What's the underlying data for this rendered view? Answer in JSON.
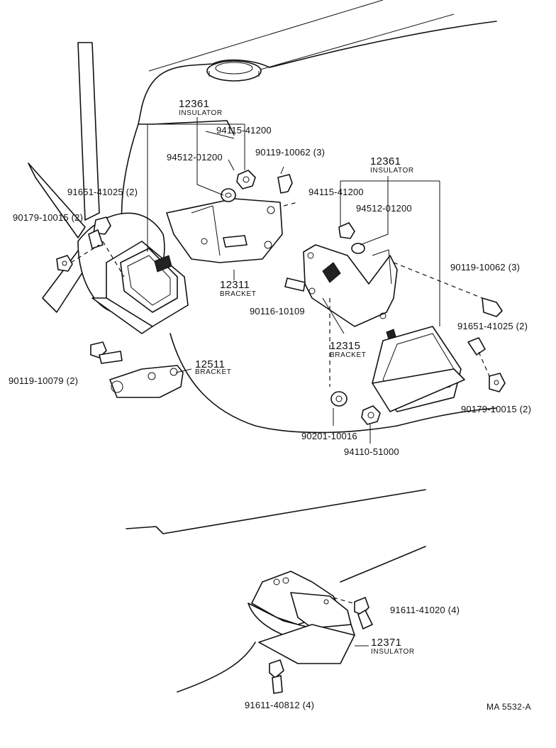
{
  "labels": {
    "p12361_top": "12361",
    "p12361_top_sub": "INSULATOR",
    "p94115_top": "94115-41200",
    "p94512_top": "94512-01200",
    "p90119_10062_top": "90119-10062 (3)",
    "p91651_left": "91651-41025 (2)",
    "p90179_left": "90179-10015 (2)",
    "p12311": "12311",
    "p12311_sub": "BRACKET",
    "p90116": "90116-10109",
    "p12361_right": "12361",
    "p12361_right_sub": "INSULATOR",
    "p94115_right": "94115-41200",
    "p94512_right": "94512-01200",
    "p90119_10062_right": "90119-10062 (3)",
    "p91651_right": "91651-41025 (2)",
    "p12315": "12315",
    "p12315_sub": "BRACKET",
    "p90179_right": "90179-10015 (2)",
    "p90119_10079": "90119-10079 (2)",
    "p12511": "12511",
    "p12511_sub": "BRACKET",
    "p90201": "90201-10016",
    "p94110": "94110-51000",
    "p91611_41020": "91611-41020 (4)",
    "p12371": "12371",
    "p12371_sub": "INSULATOR",
    "p91611_40812": "91611-40812 (4)",
    "ref_code": "MA  5532-A"
  }
}
